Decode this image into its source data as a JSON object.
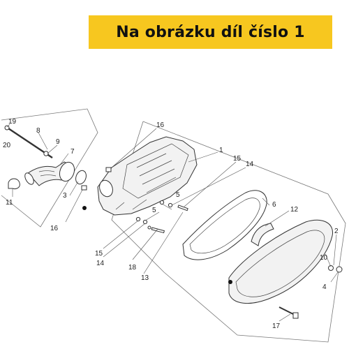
{
  "banner": {
    "title": "Na obrázku díl číslo 1"
  },
  "colors": {
    "banner_bg": "#f7c71f",
    "banner_text": "#111111",
    "line": "#333333"
  },
  "callouts": {
    "c1": "1",
    "c2": "2",
    "c3": "3",
    "c4": "4",
    "c5a": "5",
    "c5b": "5",
    "c6": "6",
    "c7": "7",
    "c8": "8",
    "c9": "9",
    "c10": "10",
    "c11": "11",
    "c12": "12",
    "c13": "13",
    "c14a": "14",
    "c14b": "14",
    "c15a": "15",
    "c15b": "15",
    "c16a": "16",
    "c16b": "16",
    "c17": "17",
    "c18": "18",
    "c19": "19",
    "c20": "20"
  }
}
